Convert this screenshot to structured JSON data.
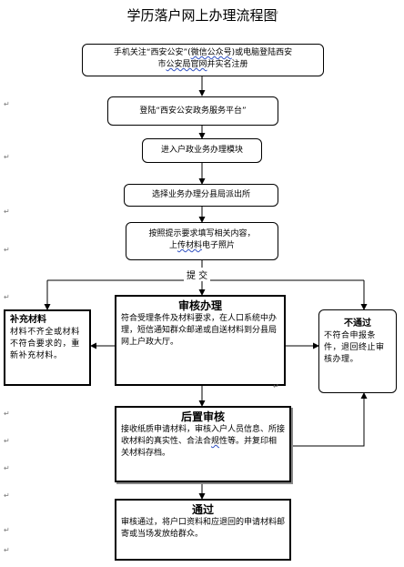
{
  "title": "学历落户网上办理流程图",
  "steps": {
    "s1_part1": "手机关注“西安公安”(",
    "s1_wechat": "微信公众号",
    "s1_part2": ")或电脑登陆西安",
    "s1_line2a": "市",
    "s1_line2b": "公安局官网",
    "s1_line2c": "并实名注册",
    "s2": "登陆“西安公安政务服务平台”",
    "s3": "进入户政业务办理模块",
    "s4": "选择业务办理分县局派出所",
    "s5_line1": "按照提示要求填写相关内容，",
    "s5_line2a": "上",
    "s5_line2b": "传材料",
    "s5_line2c": "电子照片"
  },
  "submit_label": "提 交",
  "supplement": {
    "title": "补充材料",
    "body": "材料不齐全或材料不符合要求的，重新补充材料。"
  },
  "review": {
    "title": "审核办理",
    "body": "符合受理条件及材料要求，在人口系统中办理，短信通知群众邮递或自送材料到分县局网上户政大厅。"
  },
  "reject": {
    "title": "不通过",
    "body": "不符合申报条件，退回终止审核办理。"
  },
  "post_review": {
    "title": "后置审核",
    "body_part1": "接收纸质申请材料，审核入户人员信息、所接收材料的真实性、合法合",
    "body_wavy": "规",
    "body_part2": "性等。并复印相关材料存档。"
  },
  "pass": {
    "title": "通过",
    "body": "审核通过，将户口资料和应退回的申请材料邮寄或当场发放给群众。"
  },
  "markers": {
    "para": "↵"
  }
}
